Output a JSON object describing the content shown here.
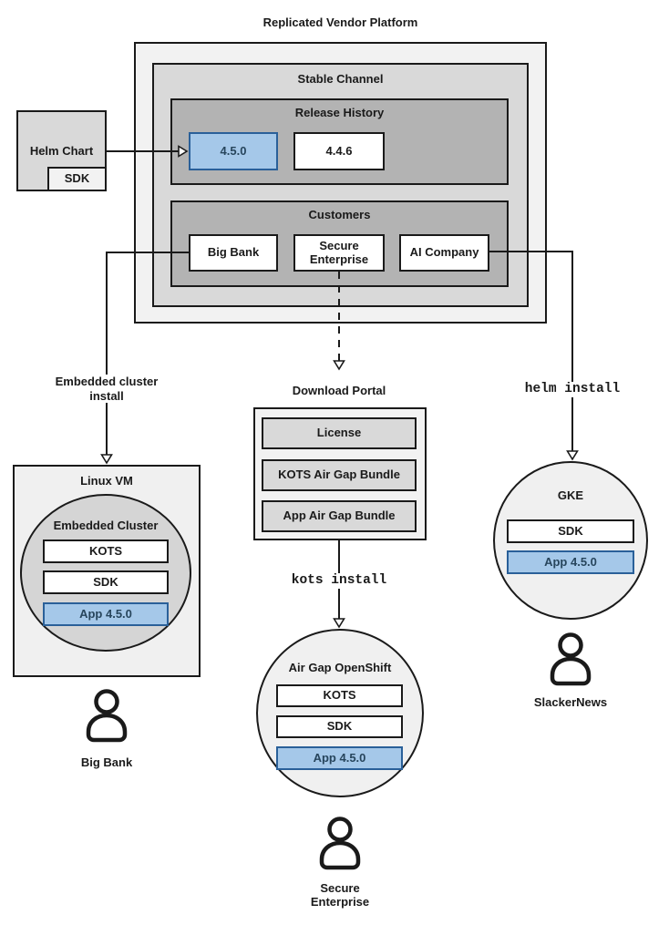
{
  "diagram_title": "Replicated Vendor Platform",
  "colors": {
    "accent_fill": "#a5c8e9",
    "accent_border": "#2a6099",
    "accent_text": "#27455c",
    "gray_dark": "#b3b3b3",
    "gray_mid": "#d9d9d9",
    "gray_light": "#f2f2f2",
    "line": "#1a1a1a"
  },
  "stable_channel": {
    "label": "Stable Channel"
  },
  "release_history": {
    "label": "Release History",
    "current": "4.5.0",
    "previous": "4.4.6"
  },
  "customers": {
    "label": "Customers",
    "big_bank": "Big Bank",
    "secure_enterprise": "Secure Enterprise",
    "ai_company": "AI Company"
  },
  "helm_chart": {
    "label": "Helm Chart",
    "sdk": "SDK"
  },
  "edges": {
    "embedded_install": "Embedded cluster install",
    "helm_install": "helm install",
    "kots_install": "kots install"
  },
  "download_portal": {
    "label": "Download Portal",
    "items": [
      "License",
      "KOTS Air Gap Bundle",
      "App Air Gap Bundle"
    ]
  },
  "linux_vm": {
    "label": "Linux VM",
    "cluster_label": "Embedded Cluster",
    "components": [
      "KOTS",
      "SDK"
    ],
    "app": "App 4.5.0"
  },
  "airgap_openshift": {
    "label": "Air Gap OpenShift",
    "components": [
      "KOTS",
      "SDK"
    ],
    "app": "App 4.5.0"
  },
  "gke": {
    "label": "GKE",
    "components": [
      "SDK"
    ],
    "app": "App 4.5.0"
  },
  "personas": {
    "big_bank": "Big Bank",
    "secure_enterprise": "Secure Enterprise",
    "slackernews": "SlackerNews"
  }
}
